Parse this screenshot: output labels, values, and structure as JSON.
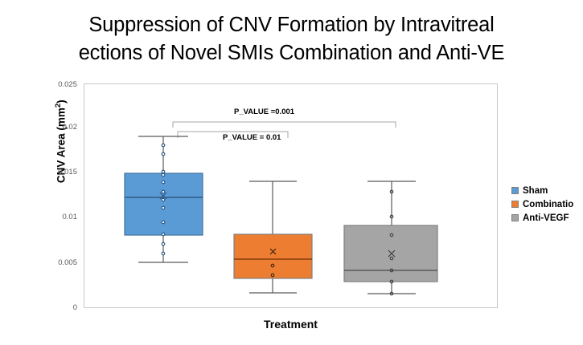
{
  "title": {
    "line1": "Suppression of CNV Formation by Intravitreal",
    "line2": "ections of Novel SMIs Combination and Anti-VE"
  },
  "axes": {
    "y_title_main": "CNV Area (mm",
    "y_title_sup": "2",
    "y_title_close": ")",
    "x_title": "Treatment",
    "y_ticks": [
      "0.025",
      "0.02",
      "0.015",
      "0.01",
      "0.005",
      "0"
    ]
  },
  "legend": {
    "items": [
      {
        "label": "Sham",
        "color": "#5B9BD5"
      },
      {
        "label": "Combinatio",
        "color": "#ED7D31"
      },
      {
        "label": "Anti-VEGF",
        "color": "#A5A5A5"
      }
    ]
  },
  "annotations": [
    {
      "name": "p-value-sham-vs-antivegf",
      "text": "P_VALUE =0.001"
    },
    {
      "name": "p-value-sham-vs-combination",
      "text": "P_VALUE = 0.01"
    }
  ],
  "chart_data": {
    "type": "box",
    "title": "Suppression of CNV Formation by Intravitreal Injections of Novel SMIs Combination and Anti-VEGF",
    "xlabel": "Treatment",
    "ylabel": "CNV Area (mm2)",
    "ylim": [
      0,
      0.025
    ],
    "ytick_values": [
      0,
      0.005,
      0.01,
      0.015,
      0.02,
      0.025
    ],
    "grid": false,
    "legend_position": "right",
    "categories": [
      "Sham",
      "Combination",
      "Anti-VEGF"
    ],
    "series": [
      {
        "name": "Sham",
        "color": "#5B9BD5",
        "whisker_low": 0.005,
        "q1": 0.008,
        "median": 0.012,
        "q3": 0.015,
        "whisker_high": 0.019,
        "mean": 0.0122,
        "points": [
          0.018,
          0.017,
          0.015,
          0.0149,
          0.014,
          0.0128,
          0.0119,
          0.011,
          0.0095,
          0.008,
          0.007,
          0.006
        ]
      },
      {
        "name": "Combination",
        "color": "#ED7D31",
        "whisker_low": 0.002,
        "q1": 0.0035,
        "median": 0.0055,
        "q3": 0.008,
        "whisker_high": 0.014,
        "mean": 0.006,
        "points": [
          0.005,
          0.004
        ]
      },
      {
        "name": "Anti-VEGF",
        "color": "#A5A5A5",
        "whisker_low": 0.002,
        "q1": 0.0028,
        "median": 0.004,
        "q3": 0.009,
        "whisker_high": 0.014,
        "mean": 0.0055,
        "points": [
          0.013,
          0.0102,
          0.008,
          0.0051,
          0.004,
          0.003,
          0.002
        ]
      }
    ],
    "significance": [
      {
        "groups": [
          "Sham",
          "Anti-VEGF"
        ],
        "label": "P_VALUE =0.001"
      },
      {
        "groups": [
          "Sham",
          "Combination"
        ],
        "label": "P_VALUE = 0.01"
      }
    ]
  }
}
